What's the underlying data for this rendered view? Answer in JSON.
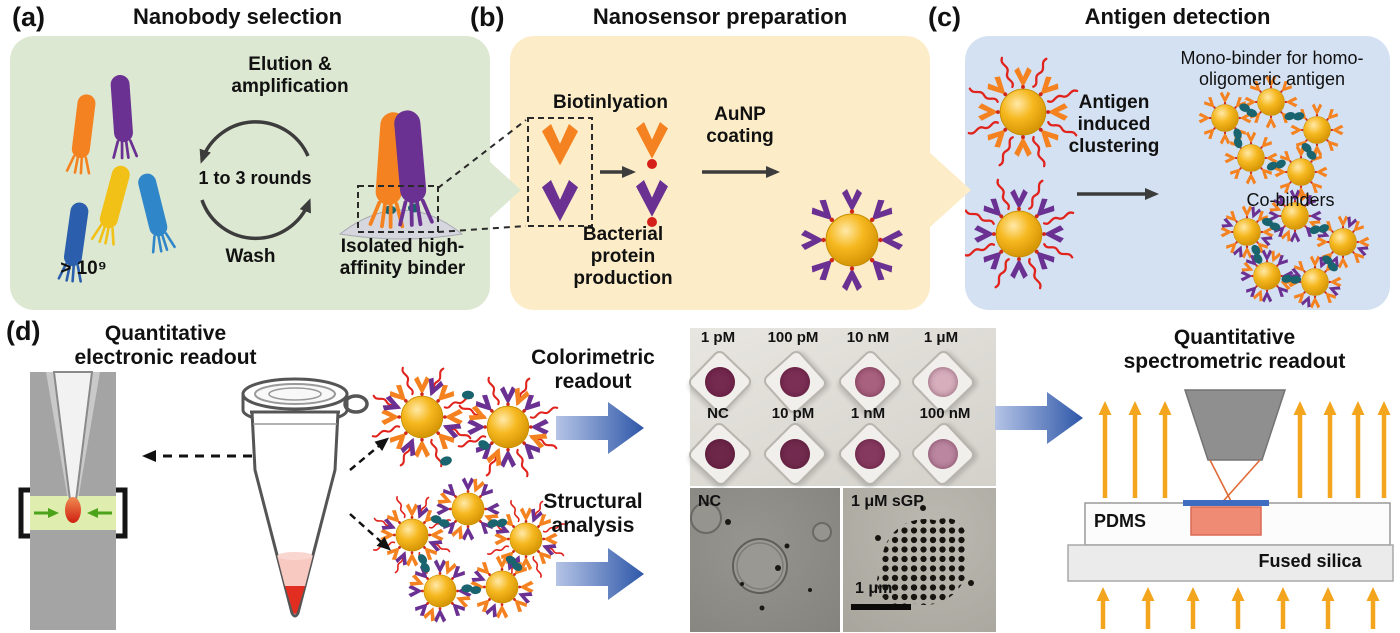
{
  "panel_a": {
    "label": "(a)",
    "title": "Nanobody selection",
    "elution": "Elution &\namplification",
    "rounds": "1 to 3 rounds",
    "wash": "Wash",
    "library_size": "> 10⁹",
    "isolated_binder": "Isolated high-\naffinity binder"
  },
  "panel_b": {
    "label": "(b)",
    "title": "Nanosensor preparation",
    "biotinylation": "Biotinlyation",
    "aunp_coating": "AuNP\ncoating",
    "bacterial_production": "Bacterial\nprotein\nproduction"
  },
  "panel_c": {
    "label": "(c)",
    "title": "Antigen detection",
    "clustering": "Antigen\ninduced\nclustering",
    "mono_binder": "Mono-binder for homo-\noligomeric antigen",
    "co_binders": "Co-binders"
  },
  "panel_d": {
    "label": "(d)",
    "electronic_readout": "Quantitative\nelectronic readout",
    "colorimetric_readout": "Colorimetric\nreadout",
    "structural_analysis": "Structural\nanalysis",
    "spectrometric_readout": "Quantitative\nspectrometric readout",
    "wells": {
      "row1": [
        {
          "label": "1 pM",
          "color": "#74294e"
        },
        {
          "label": "100 pM",
          "color": "#7b2f54"
        },
        {
          "label": "10 nM",
          "color": "#a8617e"
        },
        {
          "label": "1 μM",
          "color": "#d6aebc"
        }
      ],
      "row2": [
        {
          "label": "NC",
          "color": "#6d2749"
        },
        {
          "label": "10 pM",
          "color": "#722b4e"
        },
        {
          "label": "1 nM",
          "color": "#86395f"
        },
        {
          "label": "100 nM",
          "color": "#bb86a0"
        }
      ]
    },
    "tem_nc_label": "NC",
    "tem_sgp_label": "1 μM sGP",
    "scale_bar": "1 μm",
    "pdms": "PDMS",
    "fused_silica": "Fused silica"
  },
  "colors": {
    "panel_a_bg": "#dde8d2",
    "panel_b_bg": "#fcedc8",
    "panel_c_bg": "#d4e1f2",
    "nanobody_orange": "#f58220",
    "nanobody_purple": "#6a3192",
    "gold_np": "#f6b81f",
    "antigen_teal": "#19646e",
    "fluorophore_red": "#e0231c",
    "blue_arrow_dark": "#2e57a8"
  }
}
